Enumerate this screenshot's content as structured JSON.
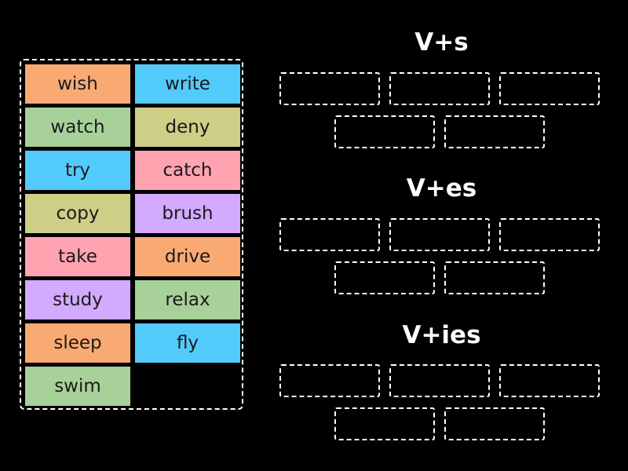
{
  "colors": {
    "orange": "#f9aa73",
    "blue": "#52cbfb",
    "green": "#a8d19a",
    "olive": "#cece86",
    "pink": "#ffa3b1",
    "purple": "#d2aaff"
  },
  "tiles": [
    {
      "label": "wish",
      "color": "#f9aa73"
    },
    {
      "label": "write",
      "color": "#52cbfb"
    },
    {
      "label": "watch",
      "color": "#a8d19a"
    },
    {
      "label": "deny",
      "color": "#cece86"
    },
    {
      "label": "try",
      "color": "#52cbfb"
    },
    {
      "label": "catch",
      "color": "#ffa3b1"
    },
    {
      "label": "copy",
      "color": "#cece86"
    },
    {
      "label": "brush",
      "color": "#d2aaff"
    },
    {
      "label": "take",
      "color": "#ffa3b1"
    },
    {
      "label": "drive",
      "color": "#f9aa73"
    },
    {
      "label": "study",
      "color": "#d2aaff"
    },
    {
      "label": "relax",
      "color": "#a8d19a"
    },
    {
      "label": "sleep",
      "color": "#f9aa73"
    },
    {
      "label": "fly",
      "color": "#52cbfb"
    },
    {
      "label": "swim",
      "color": "#a8d19a"
    }
  ],
  "groups": [
    {
      "title": "V+s",
      "slot_count": 5
    },
    {
      "title": "V+es",
      "slot_count": 5
    },
    {
      "title": "V+ies",
      "slot_count": 5
    }
  ]
}
